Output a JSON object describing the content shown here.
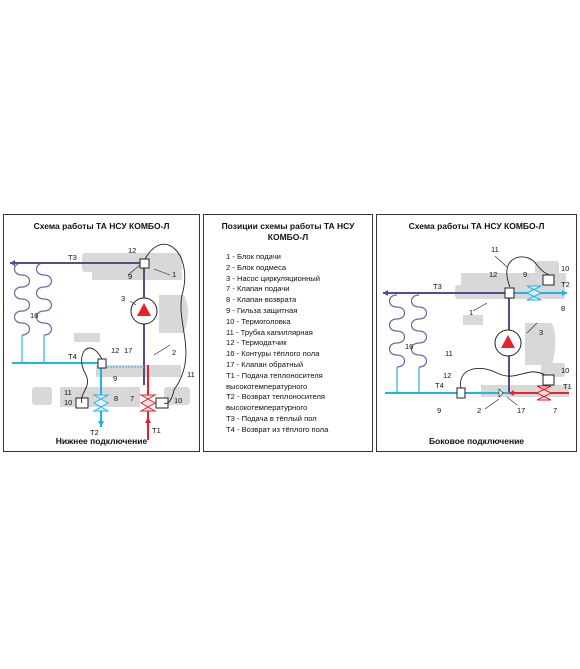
{
  "left_panel": {
    "title": "Схема работы ТА НСУ КОМБО-Л",
    "footer": "Нижнее подключение",
    "labels": {
      "t3": "Т3",
      "t4": "Т4",
      "t2": "Т2",
      "t1": "Т1",
      "n12a": "12",
      "n9a": "9",
      "n1": "1",
      "n3": "3",
      "n16": "16",
      "n12b": "12",
      "n17": "17",
      "n9b": "9",
      "n2": "2",
      "n11a": "11",
      "n11b": "11",
      "n10a": "10",
      "n8": "8",
      "n7": "7",
      "n10b": "10"
    }
  },
  "middle_panel": {
    "title": "Позиции схемы работы ТА НСУ КОМБО-Л",
    "items": [
      "1 - Блок подачи",
      "2 - Блок подмеса",
      "3 - Насос циркуляционный",
      "7 - Клапан подачи",
      "8 - Клапан возврата",
      "9 - Гильза защитная",
      "10 - Термоголовка",
      "11 - Трубка капиллярная",
      "12 - Термодатчик",
      "16 - Контуры тёплого пола",
      "17 - Клапан обратный",
      "Т1 - Подача теплоносителя",
      "высокотемпературного",
      "Т2 - Возврат теплоносителя",
      "высокотемпературного",
      "Т3 - Подача в тёплый пол",
      "Т4 - Возврат из тёплого пола"
    ]
  },
  "right_panel": {
    "title": "Схема работы ТА НСУ КОМБО-Л",
    "footer": "Боковое подключение",
    "labels": {
      "n11a": "11",
      "n12a": "12",
      "n9a": "9",
      "n10a": "10",
      "t3": "Т3",
      "t2": "Т2",
      "n8": "8",
      "n1": "1",
      "n16": "16",
      "n3": "3",
      "n11b": "11",
      "n10b": "10",
      "t4": "Т4",
      "t1": "Т1",
      "n12b": "12",
      "n9b": "9",
      "n2": "2",
      "n17": "17",
      "n7": "7"
    }
  },
  "colors": {
    "hot": "#e8202a",
    "cold": "#1eb4e6",
    "mixed": "#5a4a8c",
    "body": "#d8d8d8",
    "line": "#222222"
  }
}
